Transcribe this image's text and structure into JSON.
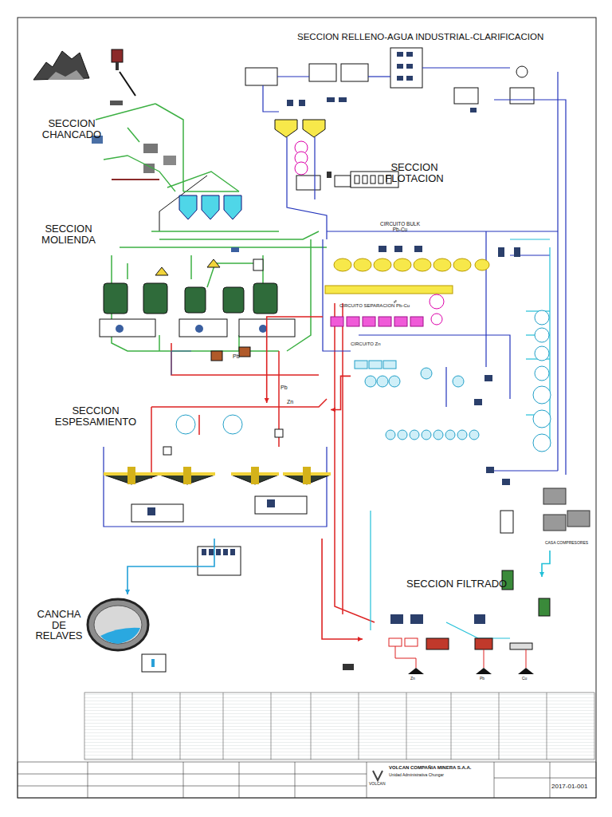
{
  "diagram": {
    "nodes": [
      {
        "text": [
          "CIRCUITO BULK Pb-Cu"
        ]
      },
      {
        "text": [
          "CIRCUITO SEPARACION Pb-Cu"
        ]
      },
      {
        "text": [
          "CIRCUITO Zn"
        ]
      },
      {
        "text": [
          "SECCION ESPESAMIENTO"
        ]
      },
      {
        "text": [
          "SECCION FILTRADO"
        ]
      },
      {
        "text": [
          "CANCHA DE RELAVES"
        ]
      },
      {
        "text": [
          "CASA COMPRESORES"
        ]
      },
      {
        "text": [
          "VOLCAN COMPAÑIA MINERA S.A.A.",
          "Unidad Administrativa Chungar"
        ]
      }
    ],
    "edges": [
      {
        "from": 0,
        "to": 1,
        "arrow": "none"
      },
      {
        "from": 1,
        "to": 3,
        "label": "Pb",
        "arrow": "to"
      },
      {
        "from": 2,
        "to": 3,
        "label": "Zn",
        "arrow": "to"
      },
      {
        "from": 3,
        "to": 4,
        "arrow": "to"
      },
      {
        "from": 3,
        "to": 5,
        "arrow": "to"
      },
      {
        "from": 6,
        "to": 4,
        "arrow": "to"
      }
    ],
    "labels": [
      "SECCION RELLENO-AGUA INDUSTRIAL-CLARIFICACION",
      "SECCION CHANCADO",
      "SECCION MOLIENDA",
      "SECCION FLOTACION",
      "Pb",
      "Zn",
      "Pb",
      "Cu",
      "2017-01-001",
      "VOLCAN"
    ]
  }
}
